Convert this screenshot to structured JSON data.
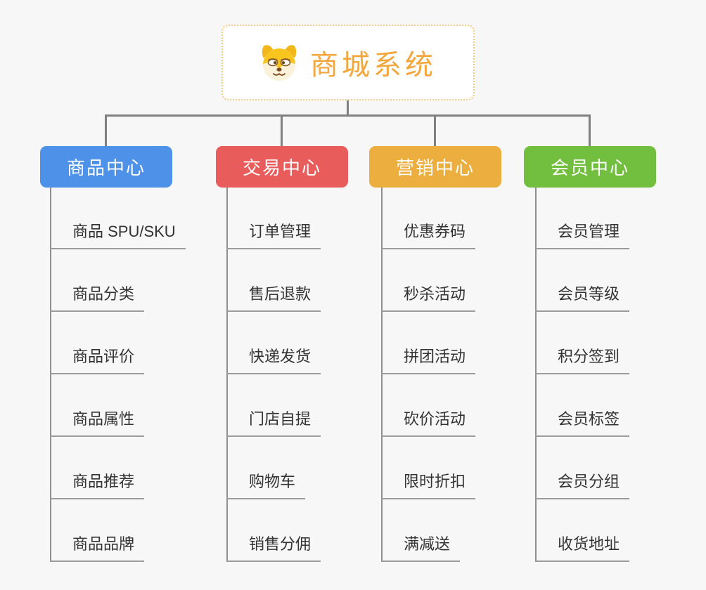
{
  "canvas": {
    "background": "#F7F7F7",
    "connector_color": "#808080",
    "underline_color": "#9B9B9B",
    "leaf_text_color": "#333333"
  },
  "root": {
    "title": "商城系统",
    "icon": "shiba-dog-icon",
    "title_color": "#F2A63C",
    "border_color": "#F7CA7F",
    "background": "#FFFFFF"
  },
  "branches": [
    {
      "label": "商品中心",
      "color": "#4D91E8",
      "items": [
        "商品 SPU/SKU",
        "商品分类",
        "商品评价",
        "商品属性",
        "商品推荐",
        "商品品牌"
      ]
    },
    {
      "label": "交易中心",
      "color": "#E85C5C",
      "items": [
        "订单管理",
        "售后退款",
        "快递发货",
        "门店自提",
        "购物车",
        "销售分佣"
      ]
    },
    {
      "label": "营销中心",
      "color": "#ECAE3E",
      "items": [
        "优惠券码",
        "秒杀活动",
        "拼团活动",
        "砍价活动",
        "限时折扣",
        "满减送"
      ]
    },
    {
      "label": "会员中心",
      "color": "#72BE3F",
      "items": [
        "会员管理",
        "会员等级",
        "积分签到",
        "会员标签",
        "会员分组",
        "收货地址"
      ]
    }
  ]
}
